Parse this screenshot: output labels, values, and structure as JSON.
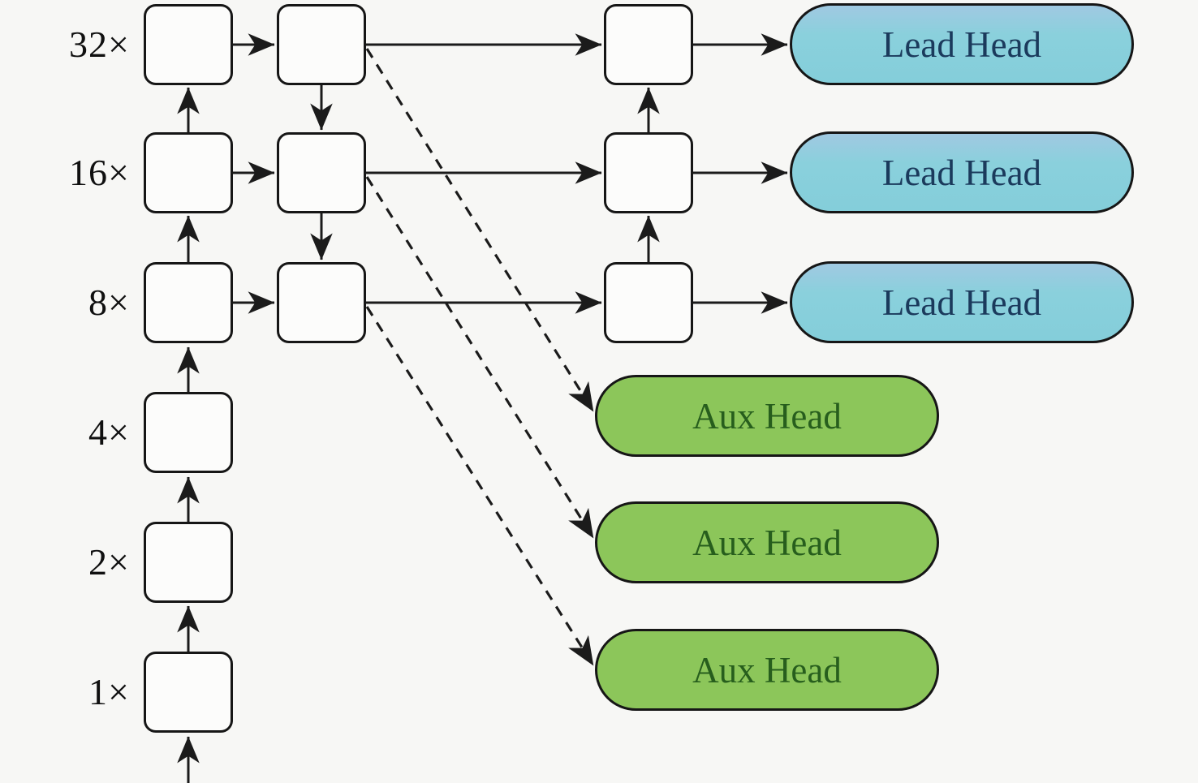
{
  "diagram": {
    "scale_labels": [
      "32×",
      "16×",
      "8×",
      "4×",
      "2×",
      "1×"
    ],
    "lead_heads": [
      "Lead Head",
      "Lead Head",
      "Lead Head"
    ],
    "aux_heads": [
      "Aux Head",
      "Aux Head",
      "Aux Head"
    ],
    "colors": {
      "background": "#f7f7f5",
      "line": "#1b1b1b",
      "block_fill": "#fcfcfb",
      "block_border": "#161616",
      "lead_fill_top": "#a0c9e2",
      "lead_fill_mid": "#8ad0dc",
      "lead_fill_bottom": "#84ceda",
      "lead_text": "#1b3a5c",
      "aux_fill": "#8cc65a",
      "aux_text": "#275e1d",
      "label_text": "#101010"
    }
  }
}
